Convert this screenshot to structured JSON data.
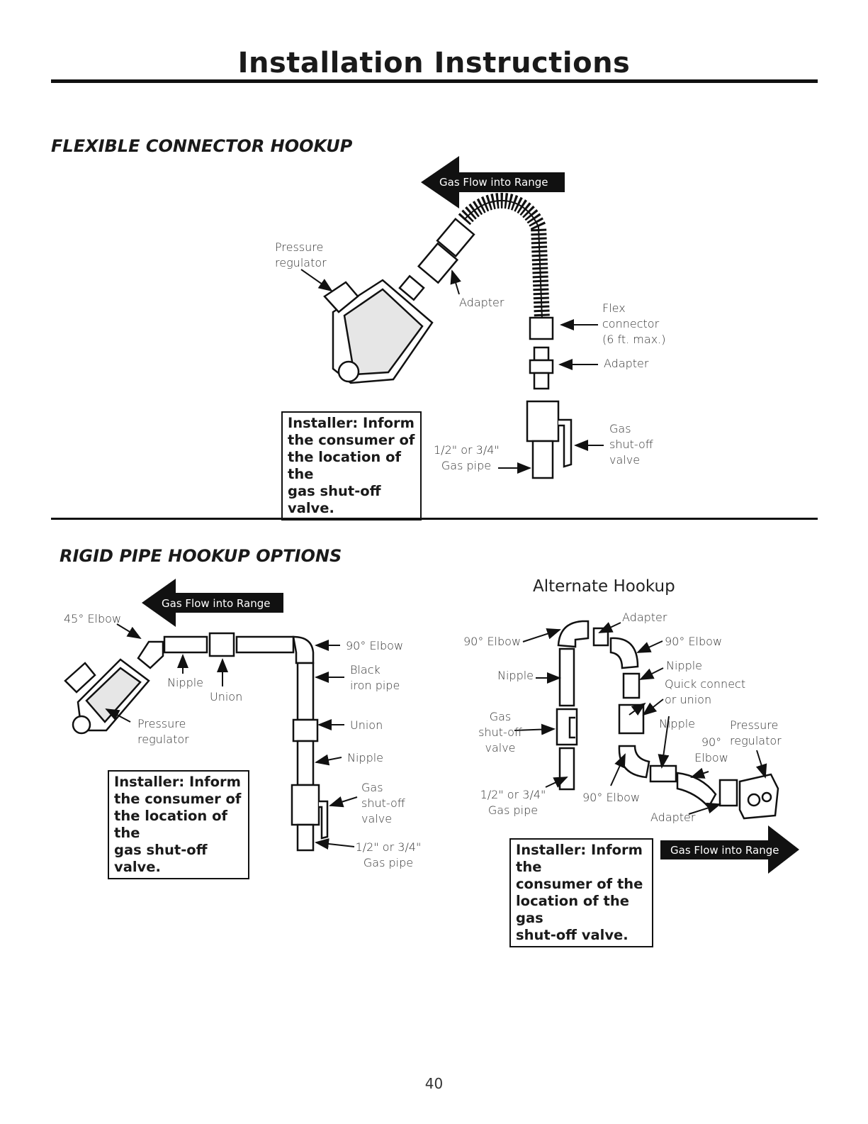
{
  "page_title": "Installation Instructions",
  "page_number": "40",
  "flexible": {
    "heading": "FLEXIBLE CONNECTOR HOOKUP",
    "flow_label": "Gas Flow into Range",
    "labels": {
      "pressure_regulator": [
        "Pressure",
        "regulator"
      ],
      "adapter_top": "Adapter",
      "flex_connector": [
        "Flex",
        "connector",
        "(6 ft. max.)"
      ],
      "adapter_bottom": "Adapter",
      "gas_pipe": [
        "1/2\" or 3/4\"",
        "Gas pipe"
      ],
      "shutoff_valve": [
        "Gas",
        "shut-off",
        "valve"
      ]
    },
    "note": [
      "Installer: Inform",
      "the consumer of",
      "the location of the",
      "gas shut-off valve."
    ]
  },
  "rigid": {
    "heading": "RIGID PIPE HOOKUP OPTIONS",
    "flow_label": "Gas Flow into Range",
    "labels": {
      "elbow45": "45° Elbow",
      "nipple": "Nipple",
      "union": "Union",
      "pressure_regulator": [
        "Pressure",
        "regulator"
      ],
      "elbow90": "90° Elbow",
      "black_iron_pipe": [
        "Black",
        "iron pipe"
      ],
      "union_right": "Union",
      "nipple_right": "Nipple",
      "shutoff_valve": [
        "Gas",
        "shut-off",
        "valve"
      ],
      "gas_pipe": [
        "1/2\" or 3/4\"",
        "Gas pipe"
      ]
    },
    "note": [
      "Installer: Inform",
      "the consumer of",
      "the location of the",
      "gas shut-off valve."
    ]
  },
  "alternate": {
    "heading": "Alternate Hookup",
    "flow_label": "Gas Flow into Range",
    "labels": {
      "adapter_top": "Adapter",
      "elbow90_left": "90° Elbow",
      "elbow90_right": "90° Elbow",
      "nipple_left": "Nipple",
      "nipple_right": "Nipple",
      "quick_connect": [
        "Quick connect",
        "or union"
      ],
      "shutoff_valve": [
        "Gas",
        "shut-off",
        "valve"
      ],
      "nipple_mid": "Nipple",
      "pressure_regulator": [
        "Pressure",
        "regulator"
      ],
      "elbow90_mid": [
        "90°",
        "Elbow"
      ],
      "gas_pipe": [
        "1/2\" or 3/4\"",
        "Gas pipe"
      ],
      "elbow90_bottom": "90° Elbow",
      "adapter_bottom": "Adapter"
    },
    "note": [
      "Installer: Inform the",
      "consumer of the",
      "location of the gas",
      "shut-off valve."
    ]
  }
}
